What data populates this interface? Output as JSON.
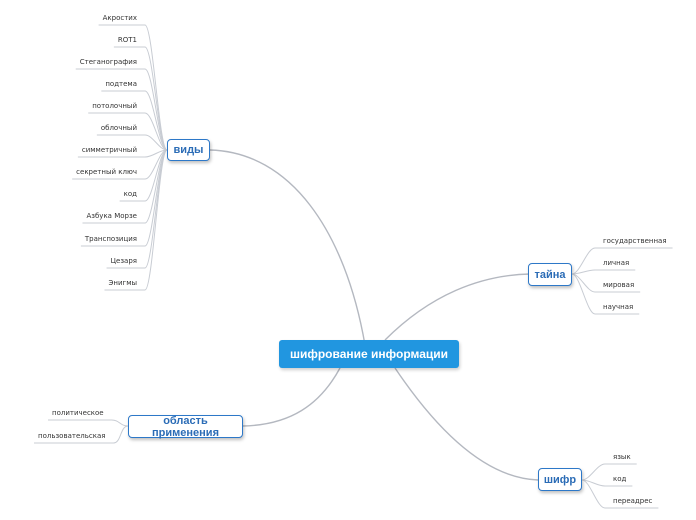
{
  "central": {
    "label": "шифрование информации"
  },
  "branches": {
    "vidy": {
      "label": "виды",
      "items": [
        "Акростих",
        "ROT1",
        "Стеганография",
        "подтема",
        "потолочный",
        "облочный",
        "симметричный",
        "секретный ключ",
        "код",
        "Азбука Морзе",
        "Транспозиция",
        "Цезаря",
        "Энигмы"
      ]
    },
    "tayna": {
      "label": "тайна",
      "items": [
        "государственная",
        "личная",
        "мировая",
        "научная"
      ]
    },
    "oblast": {
      "label": "область применения",
      "items": [
        "политическое",
        "пользовательская"
      ]
    },
    "shifr": {
      "label": "шифр",
      "items": [
        "язык",
        "код",
        "переадрес"
      ]
    }
  },
  "colors": {
    "central_fill": "#2196e0",
    "node_border": "#2d78c8",
    "node_text": "#2b6cb6",
    "main_link": "#b4b8c0",
    "leaf_link": "#c8ccd3"
  }
}
